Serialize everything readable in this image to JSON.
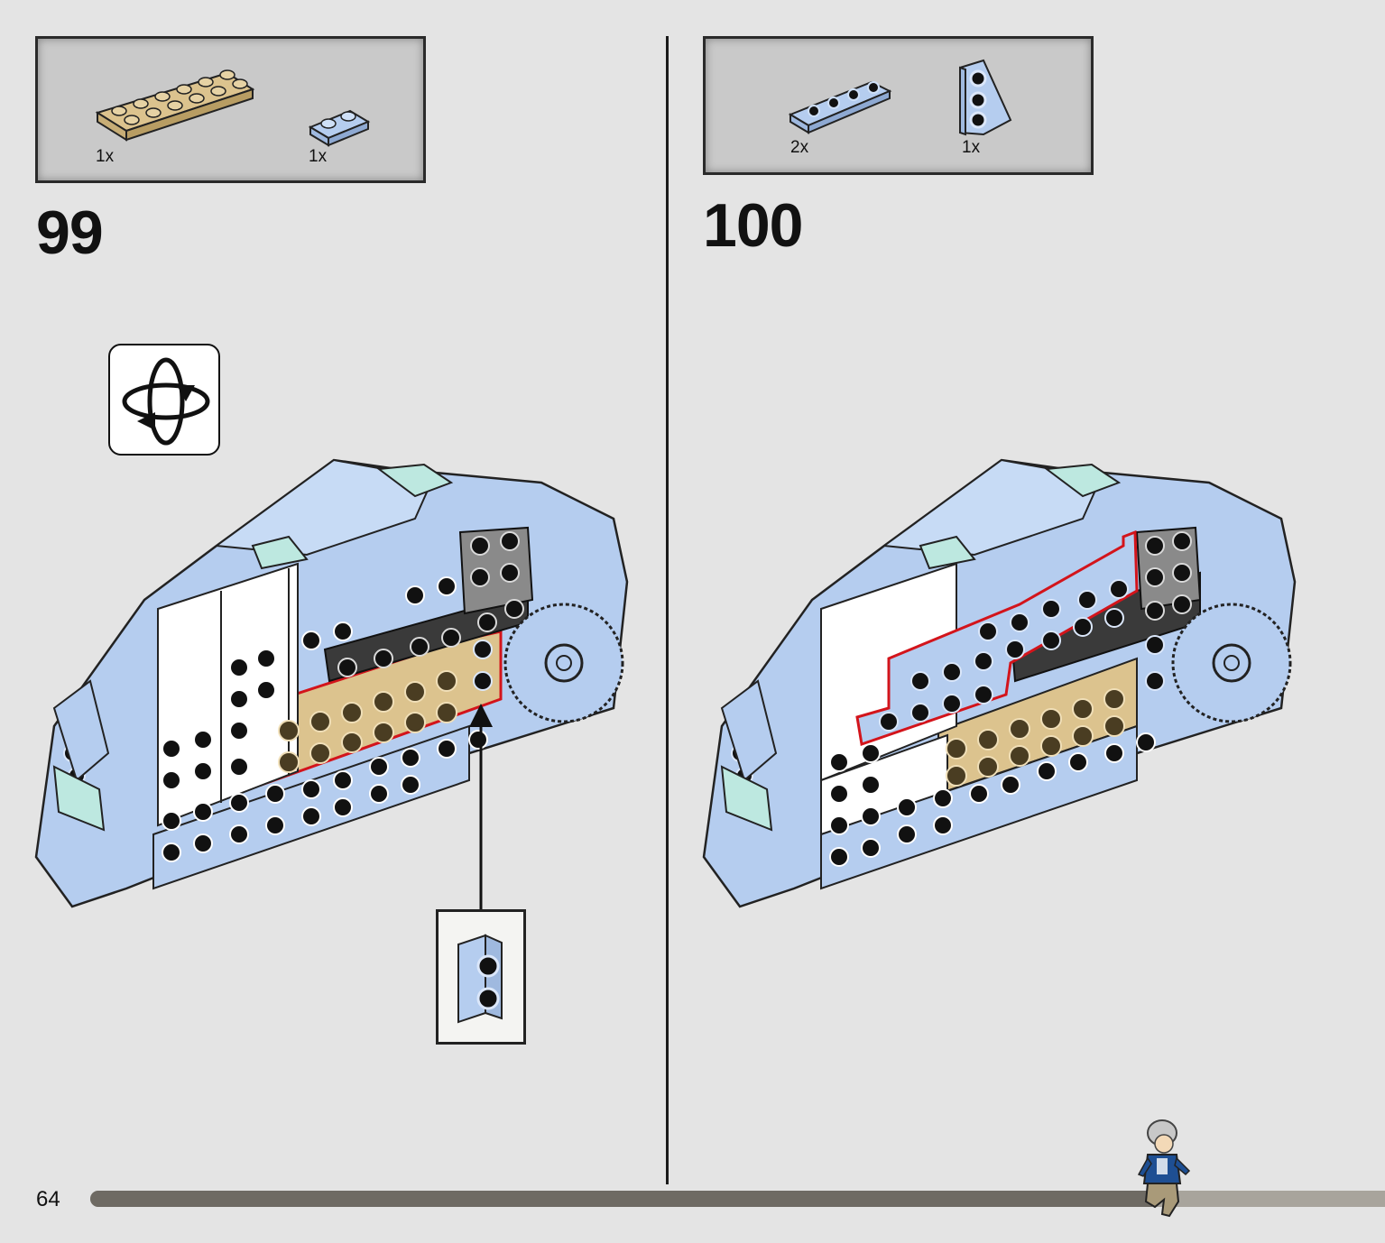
{
  "page": {
    "number": "64"
  },
  "steps": [
    {
      "number": "99",
      "parts": [
        {
          "qty": "1x",
          "name": "tan-plate-2x6"
        },
        {
          "qty": "1x",
          "name": "light-blue-plate-1x2"
        }
      ],
      "rotate_icon": "rotate-model-icon"
    },
    {
      "number": "100",
      "parts": [
        {
          "qty": "2x",
          "name": "light-blue-plate-1x4"
        },
        {
          "qty": "1x",
          "name": "light-blue-wedge-plate"
        }
      ]
    }
  ],
  "progress": {
    "fraction": 0.82
  },
  "colors": {
    "light_blue": "#b5cdef",
    "tan": "#dcc38e",
    "dark_gray": "#3a3a3a",
    "white": "#ffffff",
    "red_outline": "#d3141b",
    "background": "#e4e4e4"
  }
}
